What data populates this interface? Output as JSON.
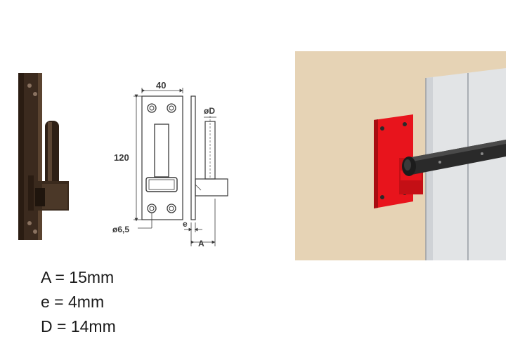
{
  "drawing": {
    "width_label": "40",
    "height_label": "120",
    "pin_diameter_label": "øD",
    "hole_diameter_label": "ø6,5",
    "thickness_label": "e",
    "offset_label": "A"
  },
  "specs": [
    {
      "text": "A = 15mm"
    },
    {
      "text": "e = 4mm"
    },
    {
      "text": "D = 14mm"
    }
  ],
  "colors": {
    "hinge_photo": "#3b2a1e",
    "plate_red": "#e8141c",
    "wall": "#e6d3b5",
    "shutter": "#e2e4e6",
    "strap": "#2a2a2a"
  }
}
